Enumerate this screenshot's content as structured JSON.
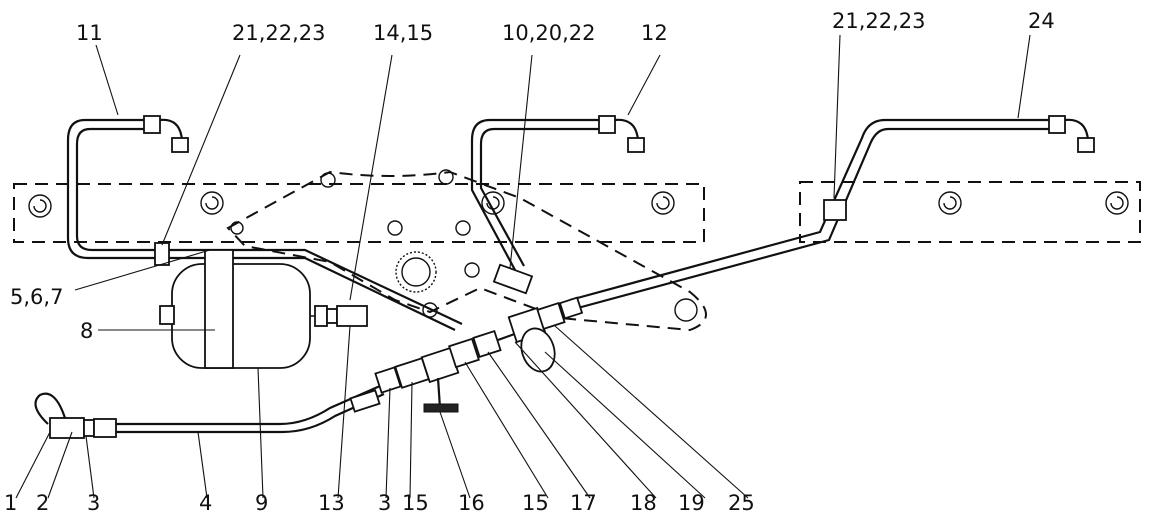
{
  "labels": {
    "l1": "1",
    "l2": "2",
    "l3a": "3",
    "l4": "4",
    "l9": "9",
    "l13": "13",
    "l3b": "3",
    "l15a": "15",
    "l16": "16",
    "l15b": "15",
    "l17": "17",
    "l18": "18",
    "l19": "19",
    "l25": "25",
    "l11": "11",
    "l21a": "21,22,23",
    "l1415": "14,15",
    "l102022": "10,20,22",
    "l12": "12",
    "l21b": "21,22,23",
    "l24": "24",
    "l567": "5,6,7",
    "l8": "8"
  }
}
